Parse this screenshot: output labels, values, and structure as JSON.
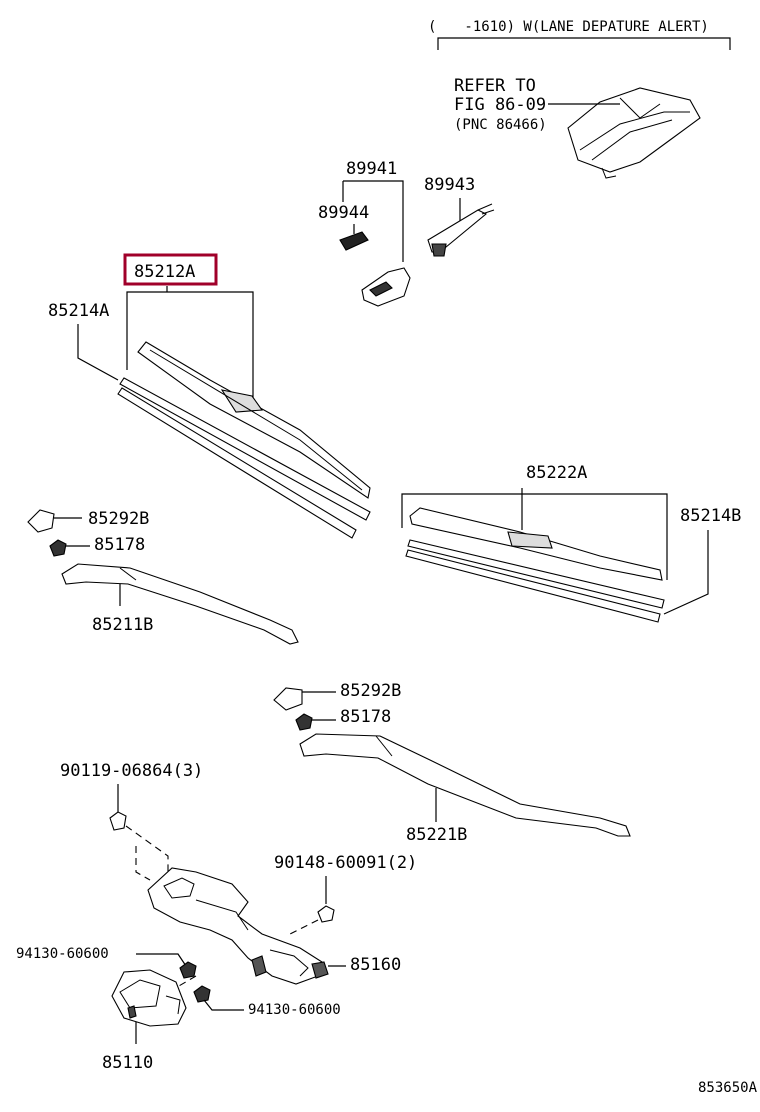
{
  "header_note": "(　　-1610) W(LANE DEPATURE ALERT)",
  "refer": {
    "line1": "REFER TO",
    "line2": "FIG 86-09",
    "line3": "(PNC 86466)"
  },
  "parts": {
    "p89941": "89941",
    "p89944": "89944",
    "p89943": "89943",
    "p85212A": "85212A",
    "p85214A": "85214A",
    "p85222A": "85222A",
    "p85214B": "85214B",
    "p85292B_a": "85292B",
    "p85178_a": "85178",
    "p85211B": "85211B",
    "p85292B_b": "85292B",
    "p85178_b": "85178",
    "p85221B": "85221B",
    "p90119": "90119-06864(3)",
    "p90148": "90148-60091(2)",
    "p94130_a": "94130-60600",
    "p94130_b": "94130-60600",
    "p85160": "85160",
    "p85110": "85110"
  },
  "diagram_id": "853650A",
  "highlight": {
    "part": "85212A",
    "color": "#A0002A"
  }
}
